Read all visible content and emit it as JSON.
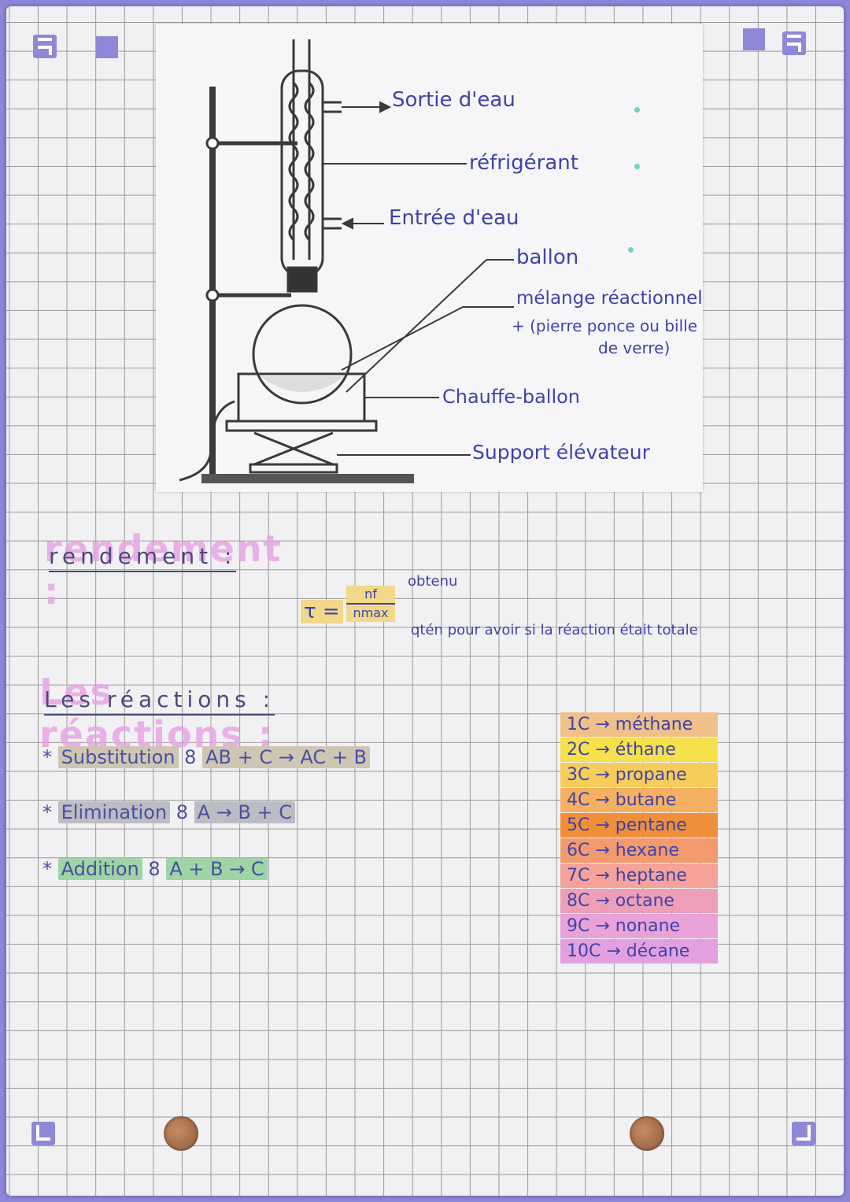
{
  "diagram": {
    "labels": {
      "sortie": "Sortie d'eau",
      "refrigerant": "réfrigérant",
      "entree": "Entrée d'eau",
      "ballon": "ballon",
      "melange": "mélange réactionnel",
      "pierre": "+ (pierre ponce ou bille",
      "verre": "de verre)",
      "chauffe": "Chauffe-ballon",
      "support": "Support élévateur"
    }
  },
  "rendement": {
    "title": "rendement :",
    "formula_lhs": "τ =",
    "numerator": "nf",
    "denominator": "nmax",
    "note_obtenu": "obtenu",
    "note_max": "qtén pour avoir si la réaction était totale"
  },
  "reactions": {
    "title": "Les réactions :",
    "items": [
      {
        "bullet": "*",
        "name": "Substitution",
        "sep": "8",
        "eq": "AB + C → AC + B",
        "color": "#cfc5b3"
      },
      {
        "bullet": "*",
        "name": "Elimination",
        "sep": "8",
        "eq": "A → B + C",
        "color": "#bcbcc4"
      },
      {
        "bullet": "*",
        "name": "Addition",
        "sep": "8",
        "eq": "A + B → C",
        "color": "#9fd4a6"
      }
    ]
  },
  "alkanes": [
    {
      "label": "1C → méthane",
      "color": "#f0c08a"
    },
    {
      "label": "2C → éthane",
      "color": "#f4e14c"
    },
    {
      "label": "3C → propane",
      "color": "#f6cd5a"
    },
    {
      "label": "4C → butane",
      "color": "#f5b062"
    },
    {
      "label": "5C → pentane",
      "color": "#ef8f3c"
    },
    {
      "label": "6C → hexane",
      "color": "#f19a6e"
    },
    {
      "label": "7C → heptane",
      "color": "#f5a399"
    },
    {
      "label": "8C → octane",
      "color": "#ee9fb8"
    },
    {
      "label": "9C → nonane",
      "color": "#e9a2d8"
    },
    {
      "label": "10C → décane",
      "color": "#e3a0df"
    }
  ],
  "colors": {
    "accent": "#8e86d8",
    "ink": "#3f43a8"
  }
}
